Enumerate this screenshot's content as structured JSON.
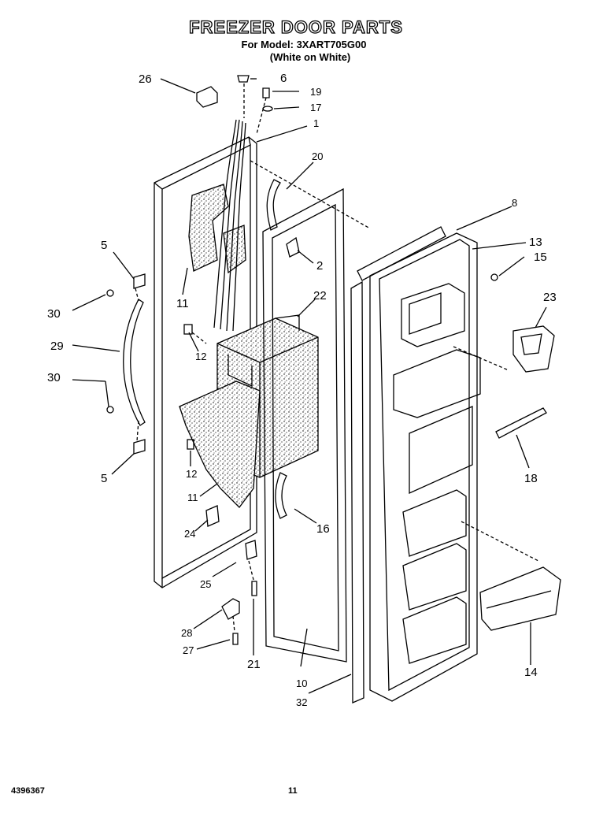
{
  "header": {
    "title": "FREEZER DOOR PARTS",
    "model_line": "For Model: 3XART705G00",
    "color_line": "(White on White)"
  },
  "footer": {
    "doc_number": "4396367",
    "page_number": "11"
  },
  "callouts": {
    "c26": "26",
    "c6": "6",
    "c19": "19",
    "c17": "17",
    "c1": "1",
    "c20": "20",
    "c8": "8",
    "c13": "13",
    "c15": "15",
    "c5a": "5",
    "c2": "2",
    "c22": "22",
    "c23": "23",
    "c11a": "11",
    "c30a": "30",
    "c12a": "12",
    "c29": "29",
    "c30b": "30",
    "c18": "18",
    "c5b": "5",
    "c12b": "12",
    "c11b": "11",
    "c16": "16",
    "c24": "24",
    "c25": "25",
    "c28": "28",
    "c27": "27",
    "c21": "21",
    "c10": "10",
    "c32": "32",
    "c14": "14"
  }
}
